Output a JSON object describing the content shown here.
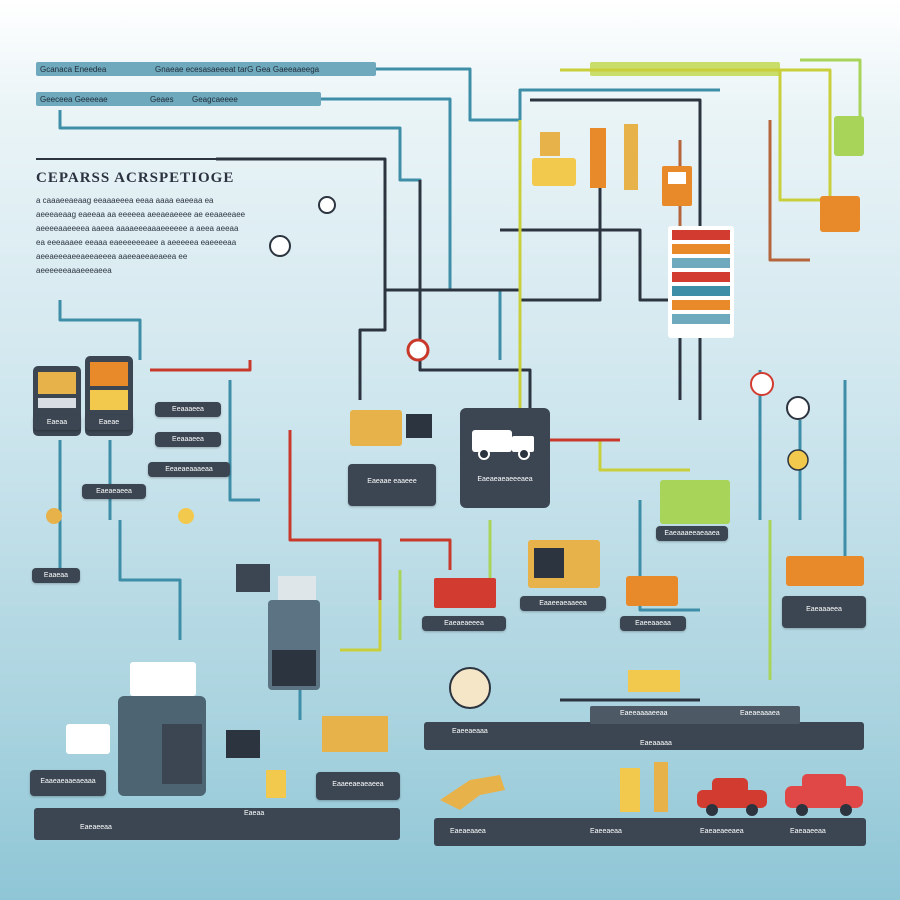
{
  "header_rows": [
    {
      "left": "Gcanaca Eneedea",
      "right": "Gnaeae ecesasaeeeat tarG Gea Gaeeaaeega"
    },
    {
      "left": "Geeceea Geeeeae",
      "mid": "Geaes",
      "right": "Geagcaeeee"
    }
  ],
  "title": "CEPARSS ACRSPETIOGE",
  "paragraph": "a caaaeeaeaag eeaaaeeea eeaa aaaa eaeeaa ea aeeeaeaag eaeeaa aa eeeeea aeeaeaeeee ae eeaaeeaee aeeeeaaeeeea aaeea aaaaeeeaaaeeeeee a aeea aeeaa ea eeeaaaee eeaaa eaeeeeeeaee a aeeeeea eaeeeeaa aeeaeeeaeeaeeaeeea aaeeaeeaeaeea ee aeeeeeeaaaeeeaeea",
  "box_labels": {
    "left_a": "Eaeaa",
    "left_b": "Eaeae",
    "mid_a": "Eeaaaeea",
    "mid_b": "Eeaaaeea",
    "mid_c": "Eeaeaeaaaeaa",
    "left_c": "Eaeaeaeea",
    "left_d": "Eaaeaa",
    "center_ticket": "Eaeaae eaaeee",
    "truck": "Eaeaeaeaeeeaea",
    "right_ticket": "Eaeaaaeeaeaaea",
    "r1": "Eaaeeaeaaeea",
    "r2": "Eaeeaaeaa",
    "r3": "Eaeaaaeea",
    "c1": "Eaeaeaeeea",
    "c2": "Eaaeeaeaeaeea",
    "bottom_left": "Eaaeaeaaeaeaaa"
  },
  "bottom_bars": {
    "upper_right": [
      "Eaeeaeaaa",
      "Eaeeaaaaeeaa",
      "Eaeaeaaaea",
      "Eaeaaaaa"
    ],
    "lower_left": [
      "Eaeaeeaa",
      "Eaeaa"
    ],
    "lower_right": [
      "Eaeaeaaea",
      "Eaeeaeaa",
      "Eaeaeaeeaea",
      "Eaeaaeeaa"
    ]
  },
  "colors": {
    "pipe_teal": "#3e8ea8",
    "pipe_dark": "#2c3440",
    "pipe_red": "#c8392b",
    "pipe_yellow": "#c9cf3a",
    "pipe_green": "#a8d45a",
    "panel_dark": "#3b4652",
    "accent_orange": "#e88a2a",
    "accent_red": "#d23c30"
  },
  "icons": [
    "truck-icon",
    "car-icon",
    "crane-icon",
    "gauge-icon",
    "robot-arm-icon",
    "server-rack-icon",
    "valve-icon",
    "light-bulb-icon"
  ]
}
